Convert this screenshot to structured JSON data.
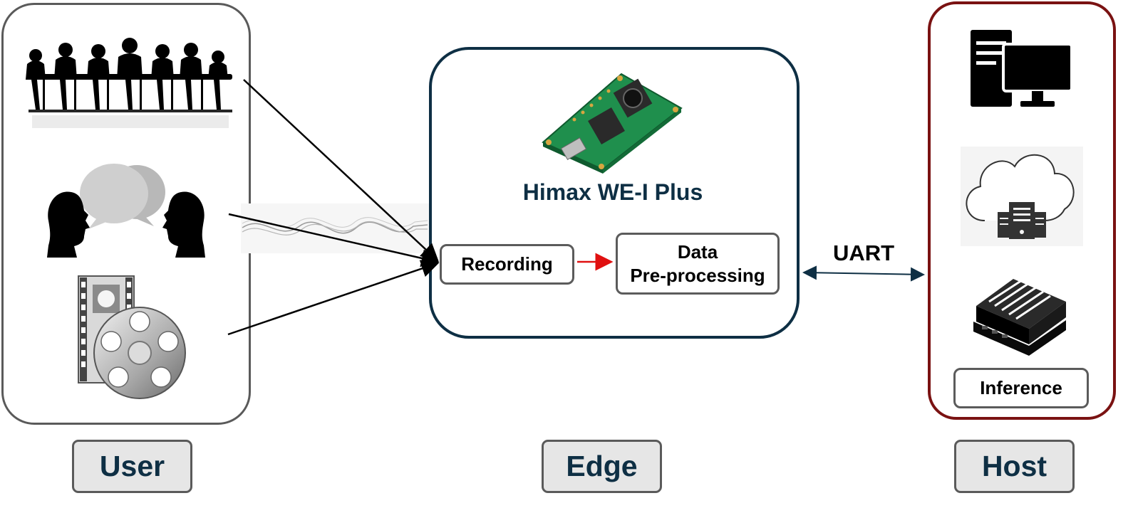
{
  "edge": {
    "board_title": "Himax WE-I Plus",
    "recording_label": "Recording",
    "preprocess_line1": "Data",
    "preprocess_line2": "Pre-processing",
    "section_label": "Edge"
  },
  "link": {
    "label": "UART"
  },
  "host": {
    "inference_label": "Inference",
    "section_label": "Host"
  },
  "user": {
    "section_label": "User"
  },
  "colors": {
    "navy": "#0e2f44",
    "host_border": "#7a1212",
    "gray_border": "#5a5a5a",
    "red_arrow": "#e01010",
    "label_fill": "#e6e6e6"
  }
}
